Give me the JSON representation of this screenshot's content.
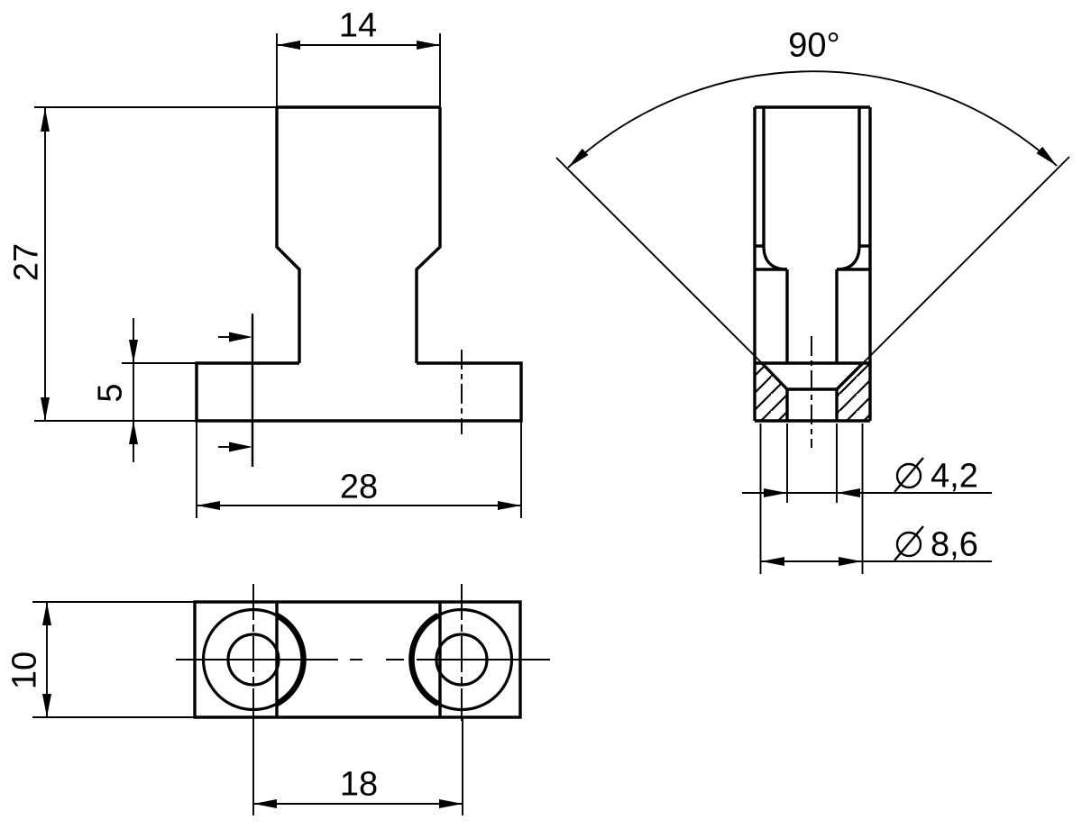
{
  "drawing": {
    "background": "#ffffff",
    "line_color": "#000000",
    "dimensions": {
      "stem_width": "14",
      "overall_height": "27",
      "base_height": "5",
      "base_width": "28",
      "plate_depth": "10",
      "hole_spacing": "18",
      "countersink_angle": "90°",
      "drill_diameter": "4,2",
      "countersink_diameter": "8,6"
    }
  }
}
